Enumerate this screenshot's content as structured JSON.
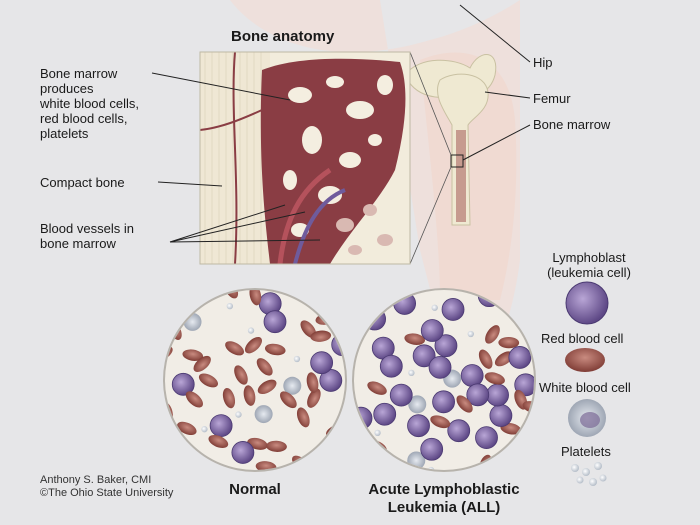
{
  "title": "Bone anatomy",
  "labels": {
    "bone_marrow_produces": [
      "Bone marrow",
      "produces",
      "white blood cells,",
      "red blood cells,",
      "platelets"
    ],
    "compact_bone": "Compact bone",
    "blood_vessels": [
      "Blood vessels in",
      "bone marrow"
    ],
    "hip": "Hip",
    "femur": "Femur",
    "bone_marrow": "Bone marrow"
  },
  "legend": {
    "lymphoblast": [
      "Lymphoblast",
      "(leukemia cell)"
    ],
    "red_blood_cell": "Red blood cell",
    "white_blood_cell": "White blood cell",
    "platelets": "Platelets"
  },
  "captions": {
    "normal": "Normal",
    "all": [
      "Acute Lymphoblastic",
      "Leukemia (ALL)"
    ]
  },
  "credit": [
    "Anthony S. Baker, CMI",
    "©The Ohio State University"
  ],
  "colors": {
    "background": "#e6e6e8",
    "marrow": "#8a3d44",
    "marrow_dark": "#5e2229",
    "bone": "#efe9d2",
    "lymphoblast": "#7f6aa8",
    "red_cell": "#a25a52",
    "white_cell": "#b8c0cc"
  }
}
